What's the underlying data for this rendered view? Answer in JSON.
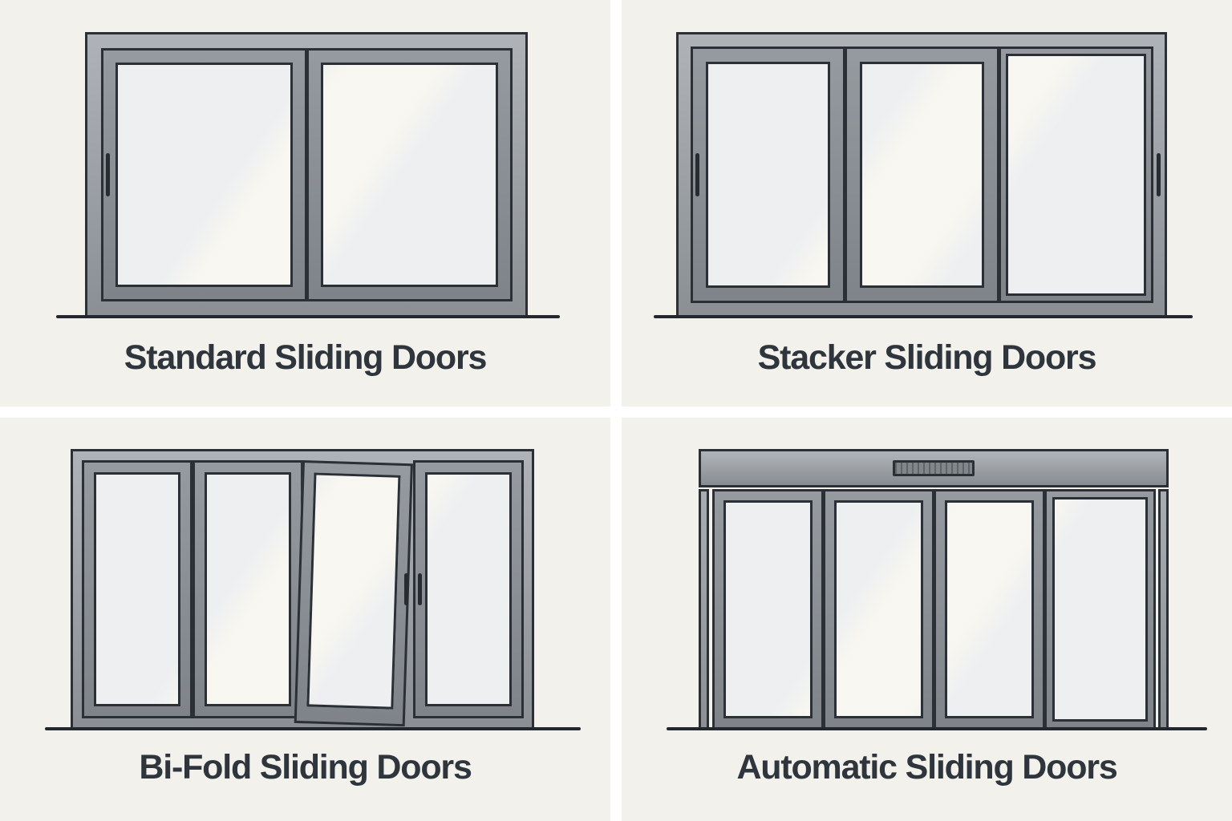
{
  "page": {
    "gutter_color": "#ffffff",
    "cell_background": "#f2f1ec",
    "outline_color": "#2b3036",
    "outer_frame_color": "#9ba0a5",
    "panel_frame_color": "#8a8f95",
    "glass_color": "#edeff1",
    "glass_highlight_color": "#f8f6ef",
    "handle_color": "#272c31",
    "arrow_color": "#32373d",
    "ground_color": "#23282e",
    "label_color": "#2f353c"
  },
  "cells": [
    {
      "id": "standard",
      "label": "Standard Sliding Doors",
      "diagram": {
        "panel_count": 2,
        "handles": [
          {
            "panel": 0,
            "side": "left"
          }
        ],
        "icons": [
          {
            "panel": 1,
            "icon": "arrow-right-icon"
          }
        ],
        "has_sensor_header": false,
        "tilted_panel": null
      }
    },
    {
      "id": "stacker",
      "label": "Stacker Sliding Doors",
      "diagram": {
        "panel_count": 3,
        "handles": [
          {
            "panel": 0,
            "side": "left"
          },
          {
            "frame": "right"
          }
        ],
        "icons": [
          {
            "panel": 2,
            "icon": "arrow-right-icon"
          }
        ],
        "has_sensor_header": false,
        "tilted_panel": null
      }
    },
    {
      "id": "bifold",
      "label": "Bi-Fold Sliding Doors",
      "diagram": {
        "panel_count": 4,
        "handles": [
          {
            "panel": 2,
            "side": "right"
          },
          {
            "panel": 3,
            "side": "left"
          }
        ],
        "icons": [
          {
            "panel": 1,
            "icon": "arrow-left-icon"
          },
          {
            "panel": 2,
            "icon": "chevron-right-icon"
          }
        ],
        "has_sensor_header": false,
        "tilted_panel": 2
      }
    },
    {
      "id": "automatic",
      "label": "Automatic Sliding Doors",
      "diagram": {
        "panel_count": 4,
        "handles": [],
        "icons": [
          {
            "panel": 3,
            "icon": "arrow-right-icon"
          }
        ],
        "has_sensor_header": true,
        "tilted_panel": null
      }
    }
  ]
}
